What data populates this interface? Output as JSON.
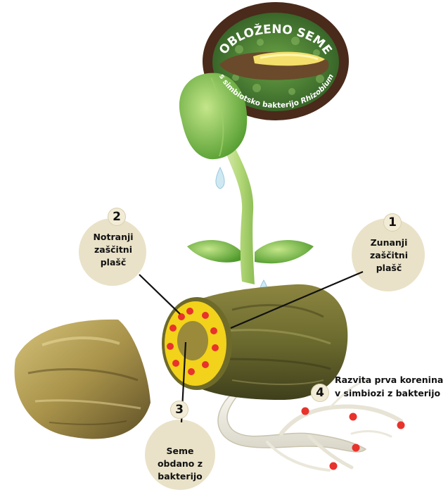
{
  "badge": {
    "title": "OBLOŽENO SEME",
    "subtitle_plain": "s simbiotsko bakterijo ",
    "subtitle_italic": "Rhizobium"
  },
  "callouts": [
    {
      "number": "1",
      "lines": [
        "Zunanji",
        "zaščitni",
        "plašč"
      ]
    },
    {
      "number": "2",
      "lines": [
        "Notranji",
        "zaščitni",
        "plašč"
      ]
    },
    {
      "number": "3",
      "lines": [
        "Seme",
        "obdano z",
        "bakterijo"
      ]
    },
    {
      "number": "4",
      "lines": [
        "Razvita prva korenina",
        "v simbiozi z bakterijo"
      ]
    }
  ],
  "colors": {
    "callout_bg": "#e9e2c8",
    "seed_coat_outer": "#6e6a2a",
    "inner_coat": "#f2d21a",
    "bacteria": "#e8322c",
    "leaf": "#7fbf4a",
    "badge_ring": "#4a2a1a"
  }
}
